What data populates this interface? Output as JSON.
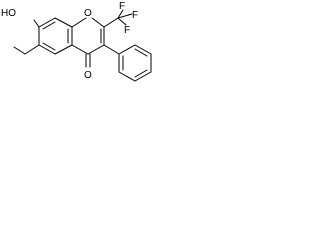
{
  "molecule": {
    "labels": {
      "hydroxyl": "HO",
      "ring_oxygen": "O",
      "trifluoromethyl": "F",
      "carbonyl_oxygen": "O"
    }
  }
}
